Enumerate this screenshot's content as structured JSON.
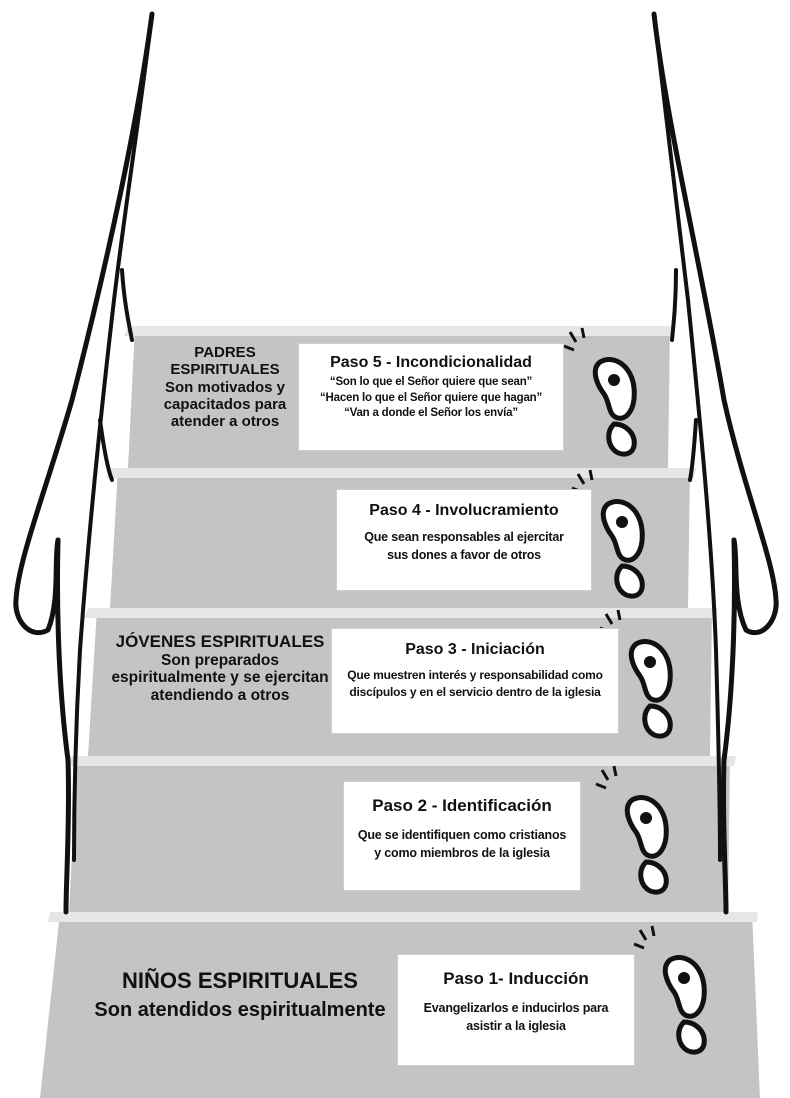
{
  "stages": [
    {
      "title": "PADRES ESPIRITUALES",
      "description": "Son motivados y capacitados para atender a otros"
    },
    {
      "title": "JÓVENES ESPIRITUALES",
      "description": "Son preparados espiritualmente y se ejercitan atendiendo a otros"
    },
    {
      "title": "NIÑOS ESPIRITUALES",
      "description": "Son atendidos espiritualmente"
    }
  ],
  "steps": [
    {
      "title": "Paso 5 - Incondicionalidad",
      "lines": [
        "“Son lo que el Señor quiere que sean”",
        "“Hacen lo que el Señor quiere que hagan”",
        "“Van a donde el Señor los envía”"
      ]
    },
    {
      "title": "Paso 4 - Involucramiento",
      "lines": [
        "Que sean responsables al ejercitar",
        "sus dones a favor de otros"
      ]
    },
    {
      "title": "Paso 3 - Iniciación",
      "lines": [
        "Que muestren interés y responsabilidad como",
        "discípulos y en el servicio dentro de la iglesia"
      ]
    },
    {
      "title": "Paso 2 - Identificación",
      "lines": [
        "Que se identifiquen como cristianos",
        "y como miembros de la iglesia"
      ]
    },
    {
      "title": "Paso 1- Inducción",
      "lines": [
        "Evangelizarlos e inducirlos para",
        "asistir a la iglesia"
      ]
    }
  ],
  "colors": {
    "step_fill": "#c4c4c4",
    "step_edge": "#e6e6e6",
    "rail": "#111111"
  },
  "icons": [
    "footprint-icon"
  ]
}
